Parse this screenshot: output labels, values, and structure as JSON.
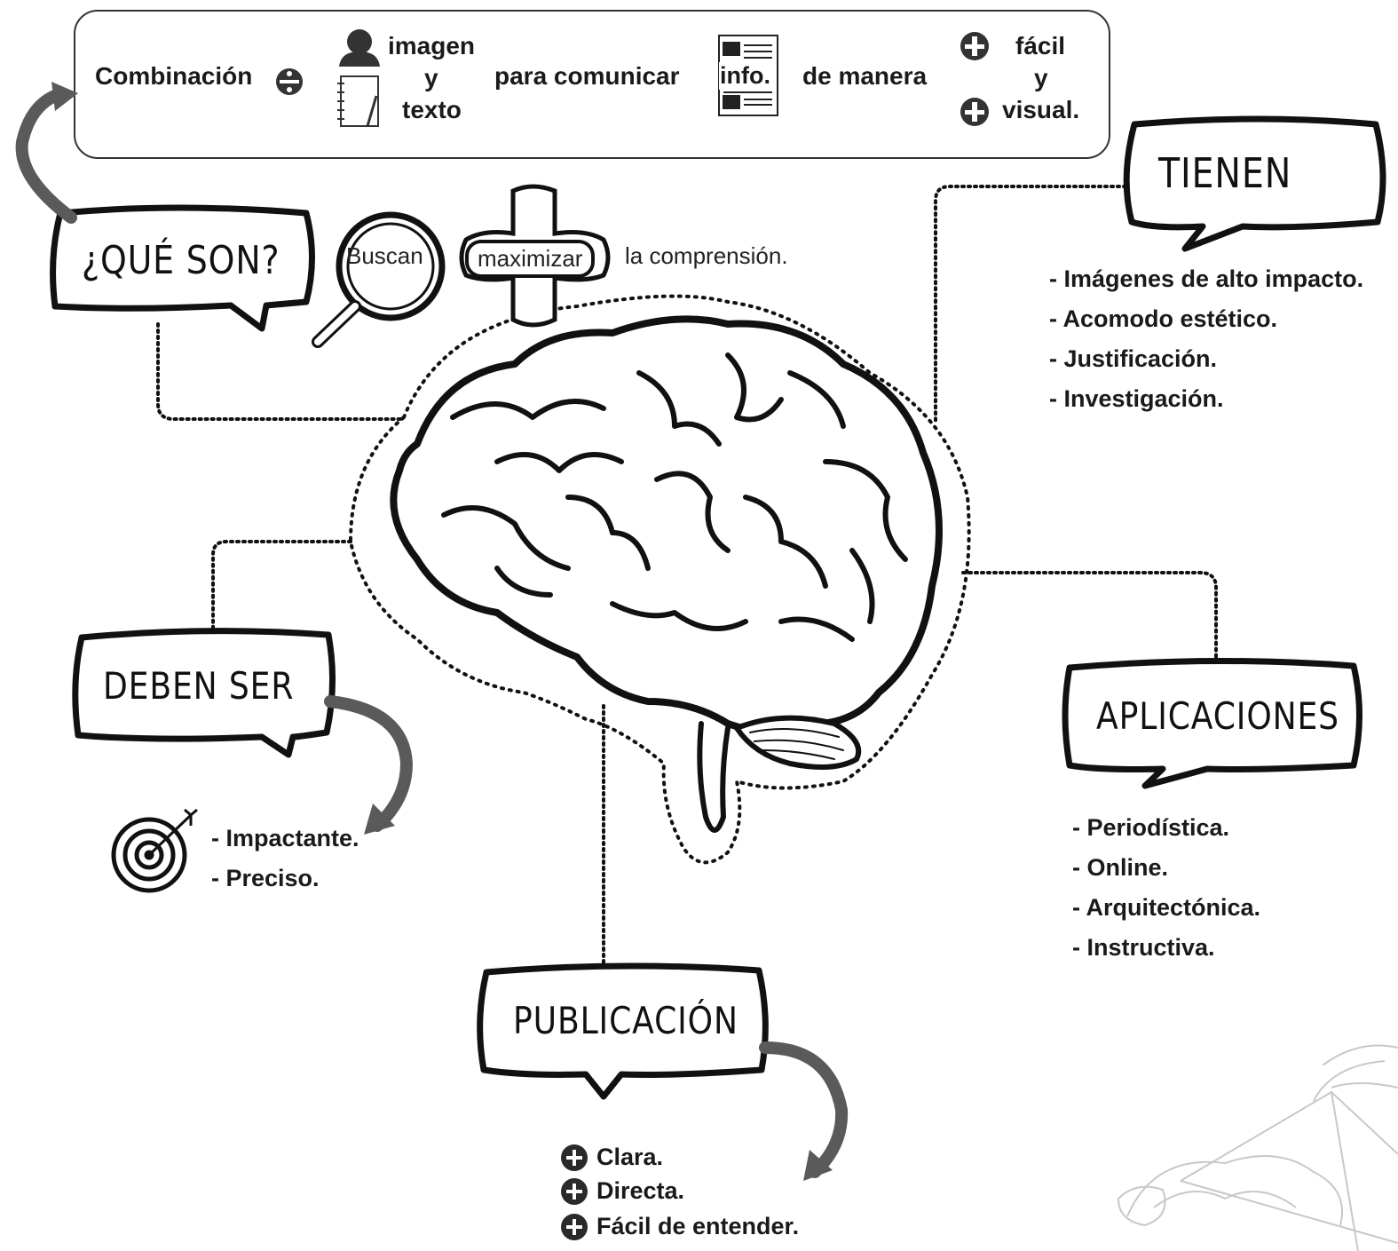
{
  "definition": {
    "word_combinacion": "Combinación",
    "word_imagen": "imagen",
    "word_y1": "y",
    "word_texto": "texto",
    "word_para_comunicar": "para comunicar",
    "word_info": "info.",
    "word_de_manera": "de manera",
    "word_facil": "fácil",
    "word_y2": "y",
    "word_visual": "visual."
  },
  "que_son": {
    "title": "¿QUÉ SON?",
    "word_buscan": "Buscan",
    "word_maximizar": "maximizar",
    "word_comprension": "la comprensión."
  },
  "tienen": {
    "title": "TIENEN",
    "items": [
      "- Imágenes de alto impacto.",
      "- Acomodo estético.",
      "- Justificación.",
      "- Investigación."
    ]
  },
  "deben_ser": {
    "title": "DEBEN SER",
    "items": [
      "- Impactante.",
      "- Preciso."
    ]
  },
  "aplicaciones": {
    "title": "APLICACIONES",
    "items": [
      "- Periodística.",
      "- Online.",
      "- Arquitectónica.",
      "- Instructiva."
    ]
  },
  "publicacion": {
    "title": "PUBLICACIÓN",
    "items": [
      "Clara.",
      "Directa.",
      "Fácil de entender."
    ]
  },
  "colors": {
    "ink": "#111111",
    "arrow_gray": "#5a5a5a",
    "watermark": "#c8c8c8"
  },
  "icons": [
    "person-icon",
    "notebook-icon",
    "document-icon",
    "plus-circle-icon",
    "divide-icon",
    "magnifier-icon",
    "plus-shape-icon",
    "brain-icon",
    "target-icon",
    "curved-arrow-icon",
    "speech-bubble-icon",
    "brain-watermark-icon"
  ]
}
